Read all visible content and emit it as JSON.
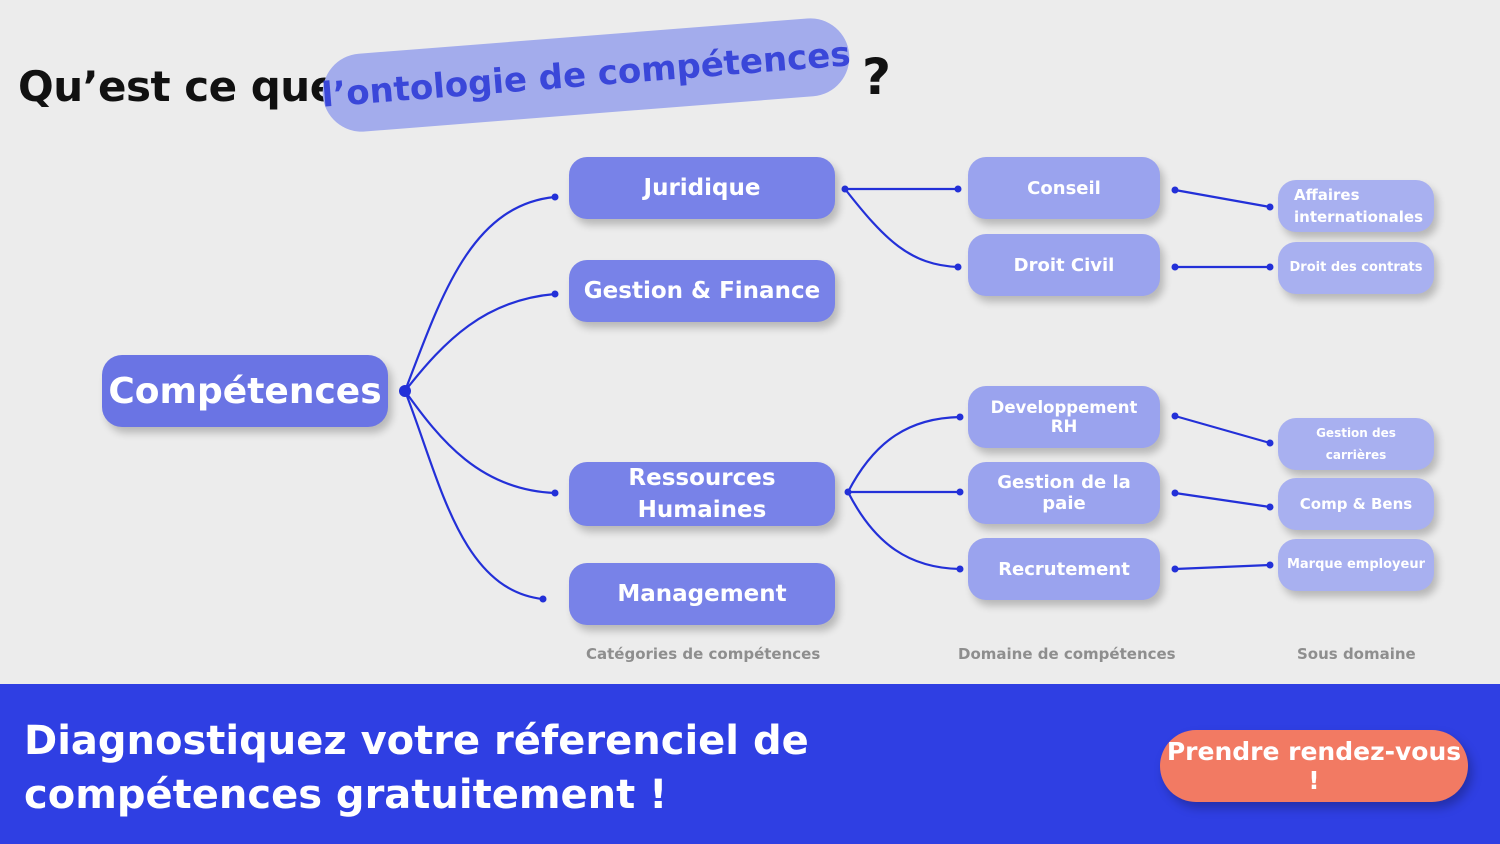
{
  "header": {
    "prefix": "Qu’est ce que",
    "highlight": "l’ontologie de compétences",
    "suffix": "?"
  },
  "diagram": {
    "root": "Compétences",
    "categories": {
      "juridique": "Juridique",
      "gestion_finance": "Gestion & Finance",
      "ressources_humaines": "Ressources Humaines",
      "management": "Management"
    },
    "domains": {
      "conseil": "Conseil",
      "droit_civil": "Droit Civil",
      "developpement_rh": "Developpement RH",
      "gestion_paie": "Gestion de la paie",
      "recrutement": "Recrutement"
    },
    "subdomains": {
      "affaires_internationales": "Affaires internationales",
      "droit_contrats": "Droit des contrats",
      "gestion_carrieres": "Gestion des carrières",
      "comp_bens": "Comp & Bens",
      "marque_employeur": "Marque employeur"
    },
    "column_labels": {
      "categories": "Catégories de compétences",
      "domains": "Domaine de compétences",
      "subdomains": "Sous domaine"
    },
    "link_color": "#2330d8"
  },
  "banner": {
    "text": "Diagnostiquez votre réferenciel de compétences gratuitement !",
    "cta": "Prendre rendez-vous !",
    "background": "#2f3fe3",
    "cta_color": "#f27a63"
  }
}
